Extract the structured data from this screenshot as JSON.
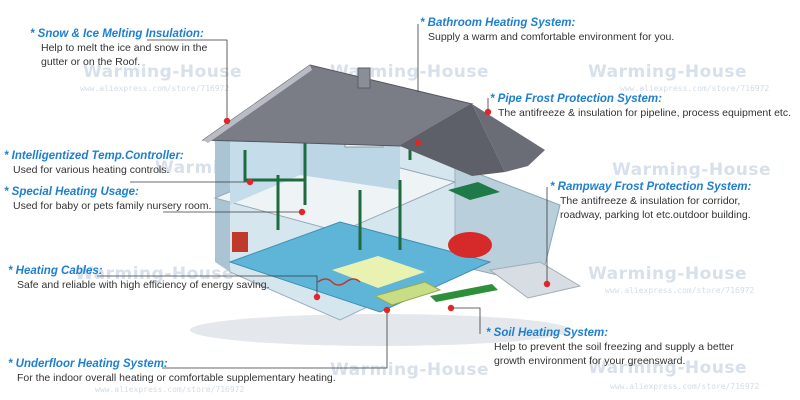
{
  "watermark": {
    "text": "Warming-House",
    "url": "www.aliexpress.com/store/716972"
  },
  "callouts": {
    "snow": {
      "title": "* Snow & Ice Melting Insulation:",
      "desc": "Help to melt the ice and snow in the gutter or on the Roof."
    },
    "bathroom": {
      "title": "* Bathroom Heating System:",
      "desc": "Supply a warm and comfortable environment for you."
    },
    "pipe": {
      "title": "* Pipe Frost Protection System:",
      "desc": "The antifreeze & insulation for pipeline, process equipment etc."
    },
    "controller": {
      "title": "* Intelligentized Temp.Controller:",
      "desc": "Used for various heating controls."
    },
    "special": {
      "title": "* Special Heating Usage:",
      "desc": "Used for baby or pets family nursery room."
    },
    "rampway": {
      "title": "* Rampway Frost Protection System:",
      "desc": "The antifreeze & insulation for corridor, roadway, parking lot etc.outdoor building."
    },
    "cables": {
      "title": "* Heating Cables:",
      "desc": "Safe and reliable with high efficiency of energy saving."
    },
    "soil": {
      "title": "* Soil Heating System:",
      "desc": "Help to prevent the soil freezing and supply a better growth environment for your greensward."
    },
    "underfloor": {
      "title": "* Underfloor Heating System:",
      "desc": "For the indoor overall heating or comfortable supplementary heating."
    }
  },
  "colors": {
    "title": "#1e7fd0",
    "text": "#333333",
    "roof": "#6d6f7a",
    "wall": "#cfe0ea",
    "floor": "#5fb5d8",
    "pipe": "#1f6b3f",
    "marker": "#e0262a",
    "watermark": "#8fa8c8"
  }
}
